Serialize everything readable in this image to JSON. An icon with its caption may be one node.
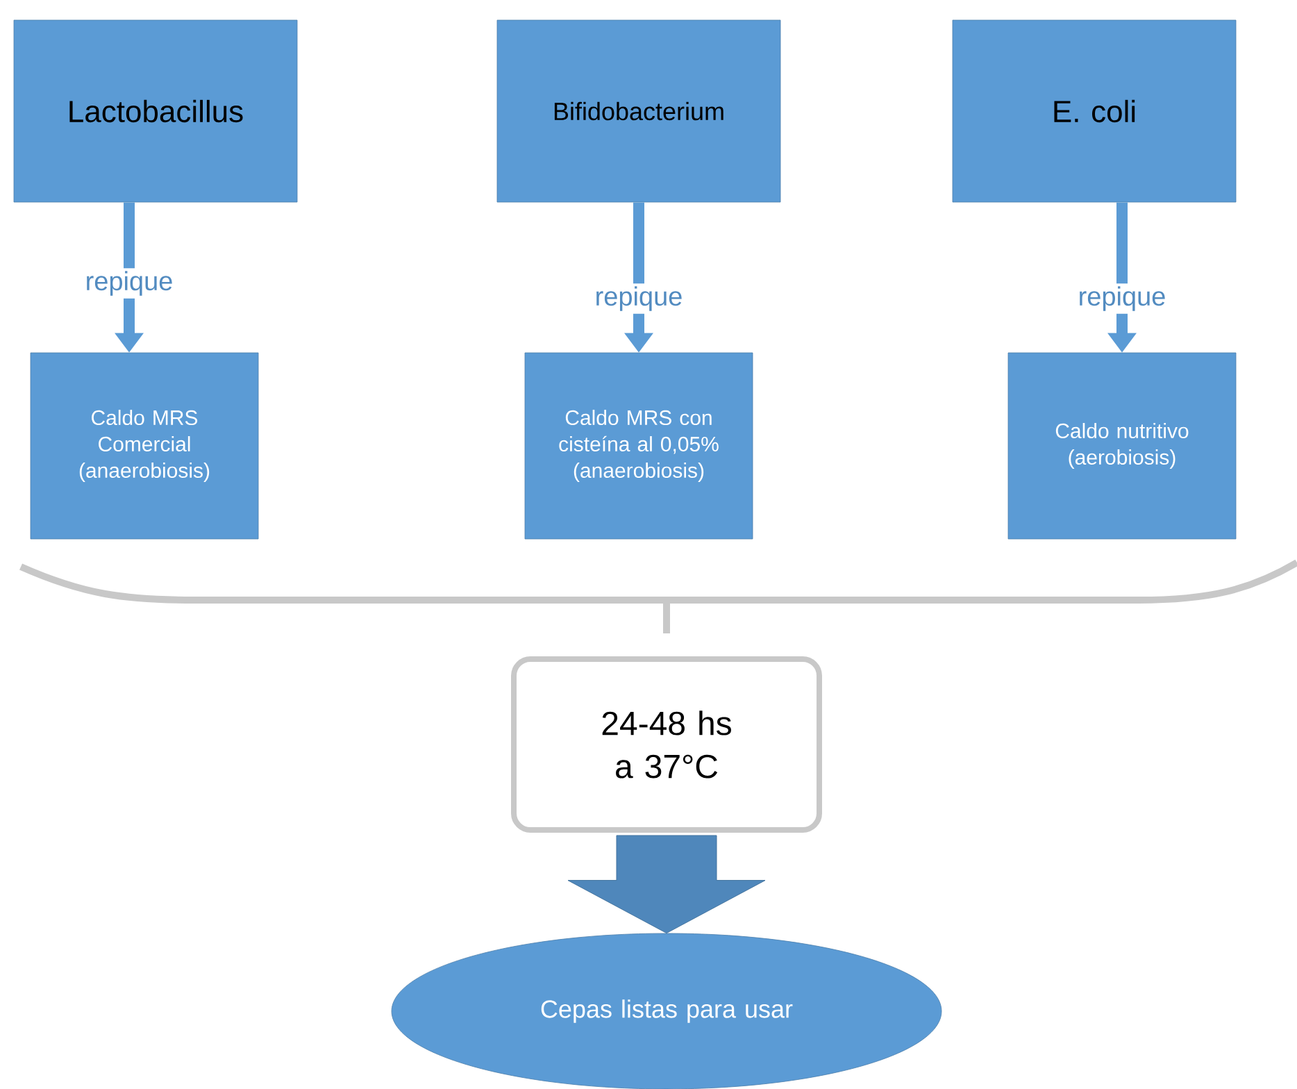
{
  "diagram": {
    "nodes": [
      {
        "text": [
          "Lactobacillus"
        ]
      },
      {
        "text": [
          "Bifidobacterium"
        ]
      },
      {
        "text": [
          "E. coli"
        ]
      },
      {
        "text": [
          "Caldo MRS Comercial (anaerobiosis)"
        ]
      },
      {
        "text": [
          "Caldo MRS con cisteína al 0,05% (anaerobiosis)"
        ]
      },
      {
        "text": [
          "Caldo nutritivo (aerobiosis)"
        ]
      },
      {
        "text": [
          "24-48 hs a 37°C"
        ]
      },
      {
        "text": [
          "Cepas listas para usar"
        ]
      }
    ],
    "edges": [
      {
        "from": 0,
        "to": 3,
        "arrow": "to",
        "label": "repique"
      },
      {
        "from": 1,
        "to": 4,
        "arrow": "to",
        "label": "repique"
      },
      {
        "from": 2,
        "to": 5,
        "arrow": "to",
        "label": "repique"
      },
      {
        "from": 6,
        "to": 7,
        "arrow": "to",
        "style": "thick",
        "color": "#4f87bb"
      }
    ]
  }
}
